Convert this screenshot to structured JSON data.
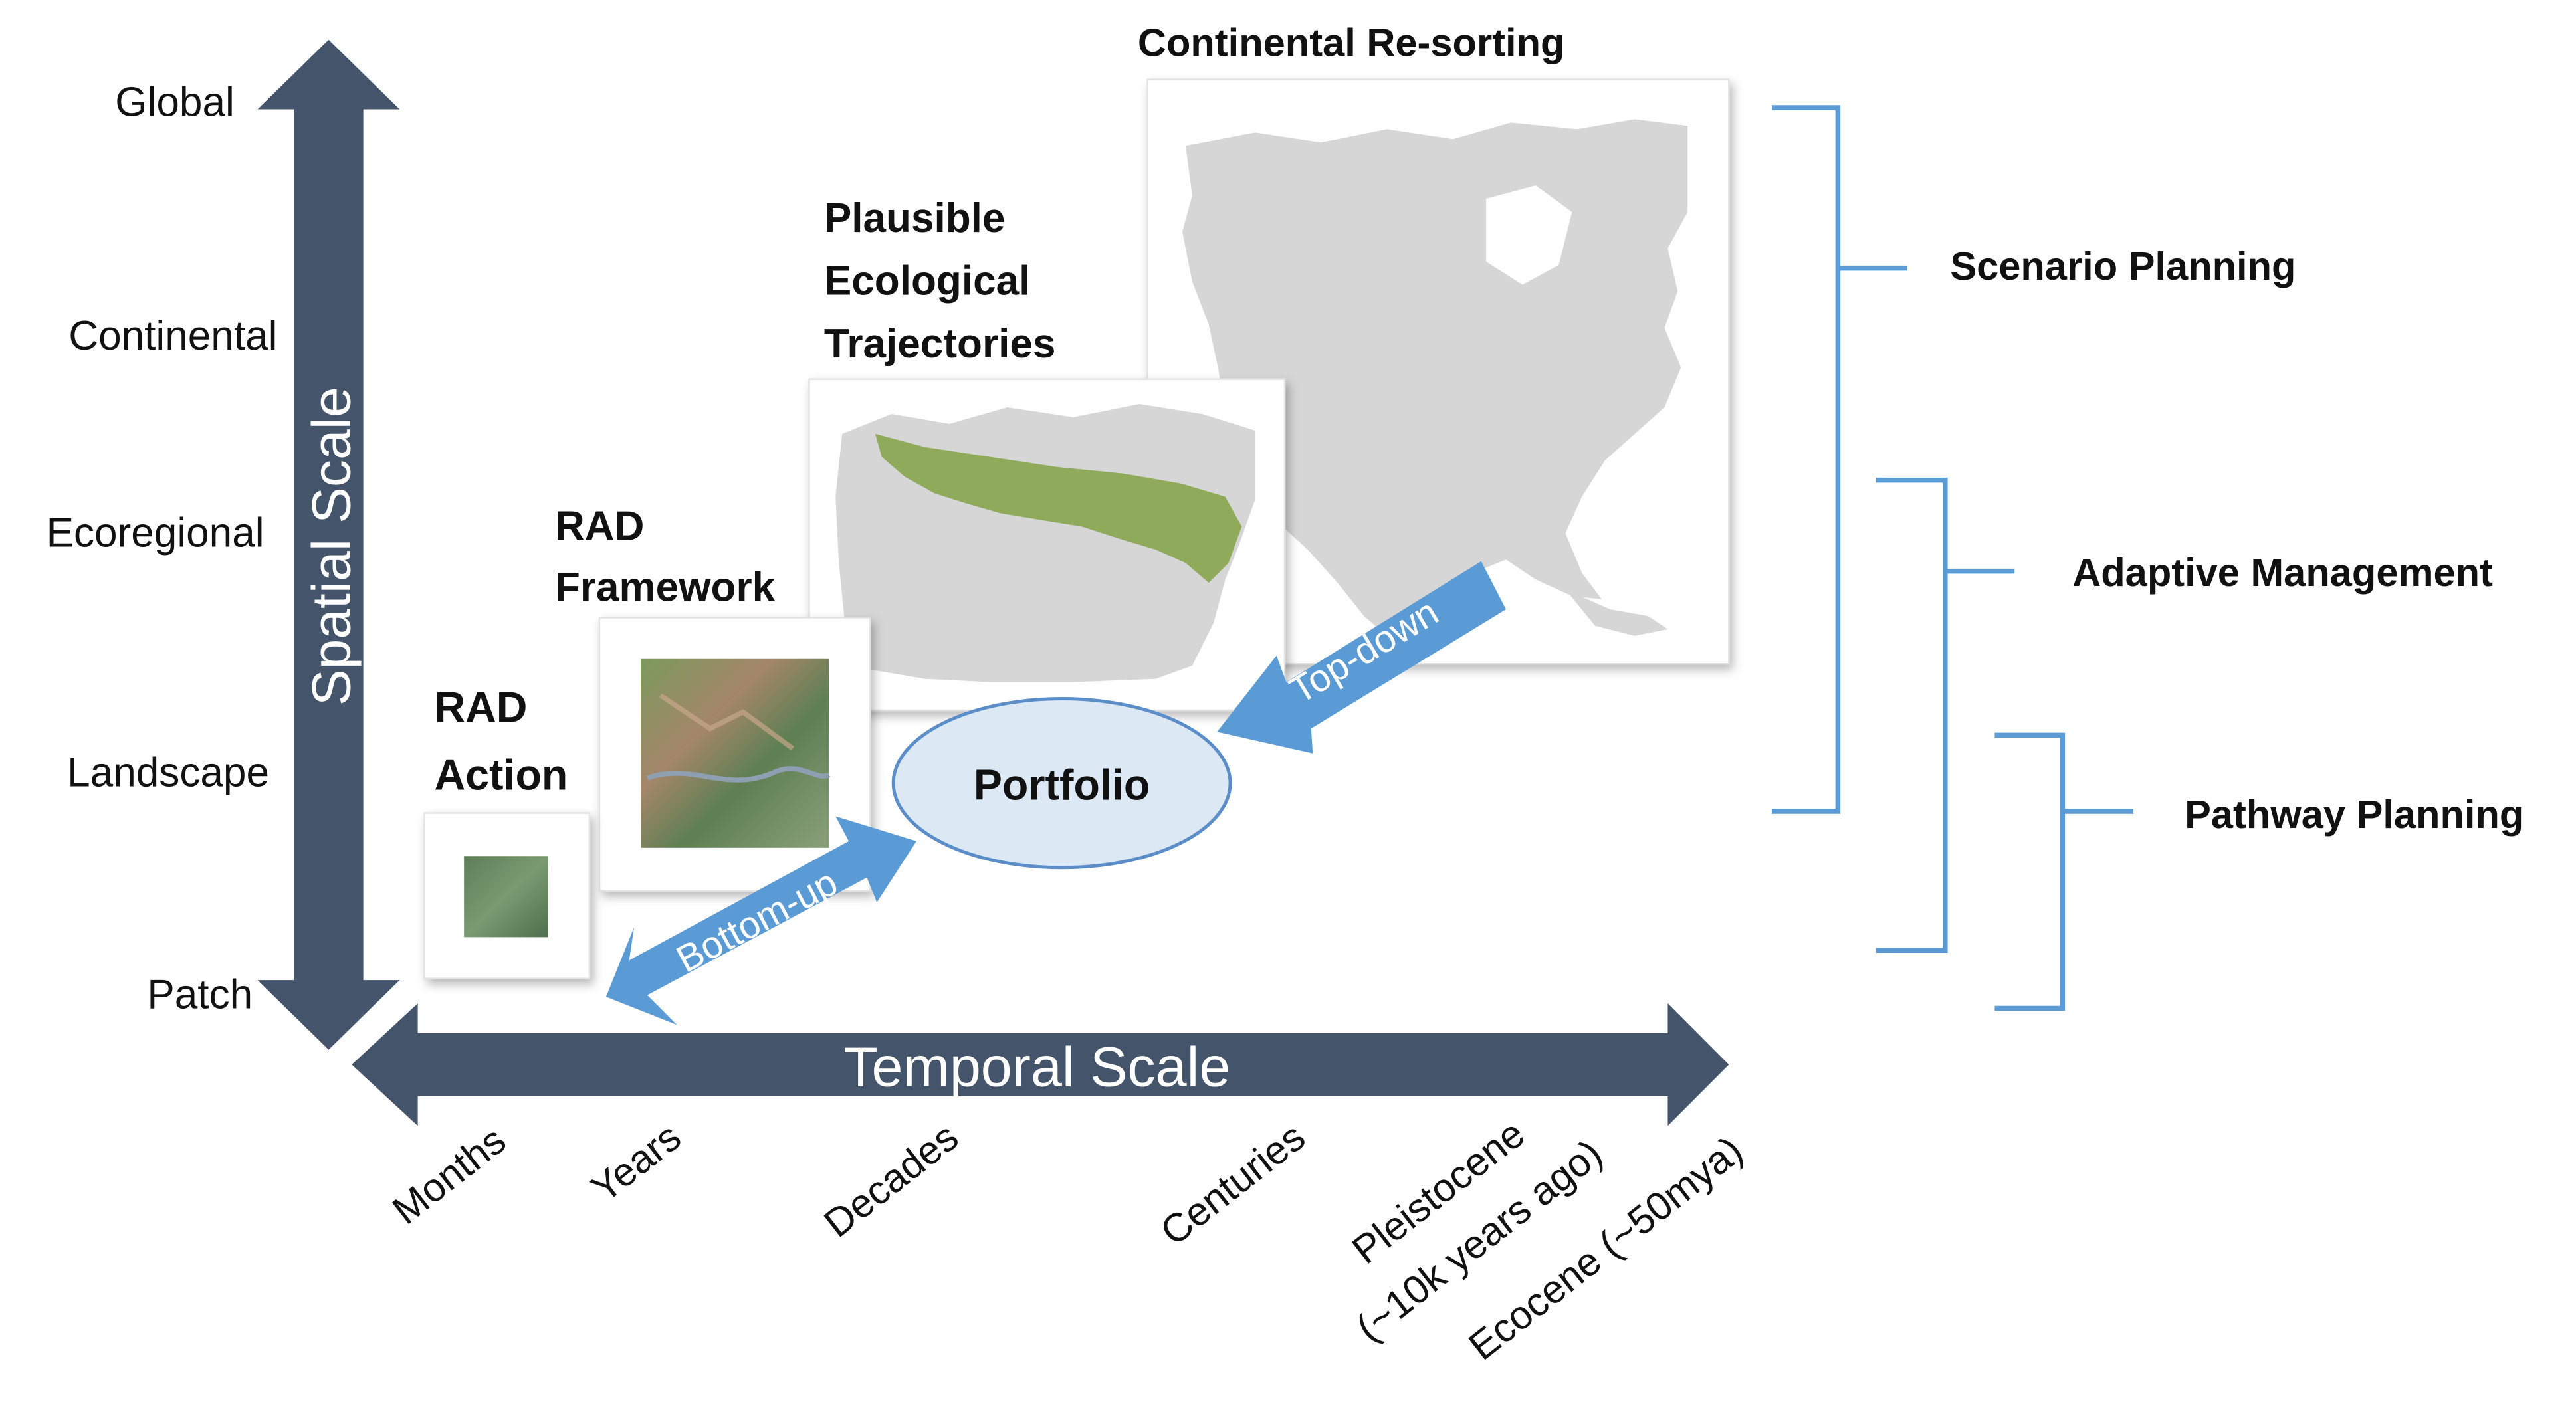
{
  "axes": {
    "spatial": {
      "title": "Spatial Scale",
      "levels": [
        "Global",
        "Continental",
        "Ecoregional",
        "Landscape",
        "Patch"
      ]
    },
    "temporal": {
      "title": "Temporal Scale",
      "levels": [
        "Months",
        "Years",
        "Decades",
        "Centuries",
        "Pleistocene",
        "(~10k years ago)",
        "Ecocene (~50mya)"
      ]
    }
  },
  "panels": {
    "rad_action": {
      "title_line1": "RAD",
      "title_line2": "Action"
    },
    "rad_framework": {
      "title_line1": "RAD",
      "title_line2": "Framework"
    },
    "trajectories": {
      "title_line1": "Plausible",
      "title_line2": "Ecological",
      "title_line3": "Trajectories"
    },
    "continental": {
      "title": "Continental Re-sorting"
    }
  },
  "center": {
    "label": "Portfolio"
  },
  "flows": {
    "top_down": "Top-down",
    "bottom_up": "Bottom-up"
  },
  "brackets": {
    "scenario": "Scenario Planning",
    "adaptive": "Adaptive Management",
    "pathway": "Pathway Planning"
  },
  "colors": {
    "axis_arrow": "#44546a",
    "flow_arrow": "#5b9bd5",
    "bracket": "#5b9bd5",
    "portfolio_fill": "#dce9f5",
    "portfolio_stroke": "#5b8ec8",
    "land": "#d6d6d6",
    "trajectory_band": "#8faa5a",
    "imagery": "#6f8f5c"
  }
}
